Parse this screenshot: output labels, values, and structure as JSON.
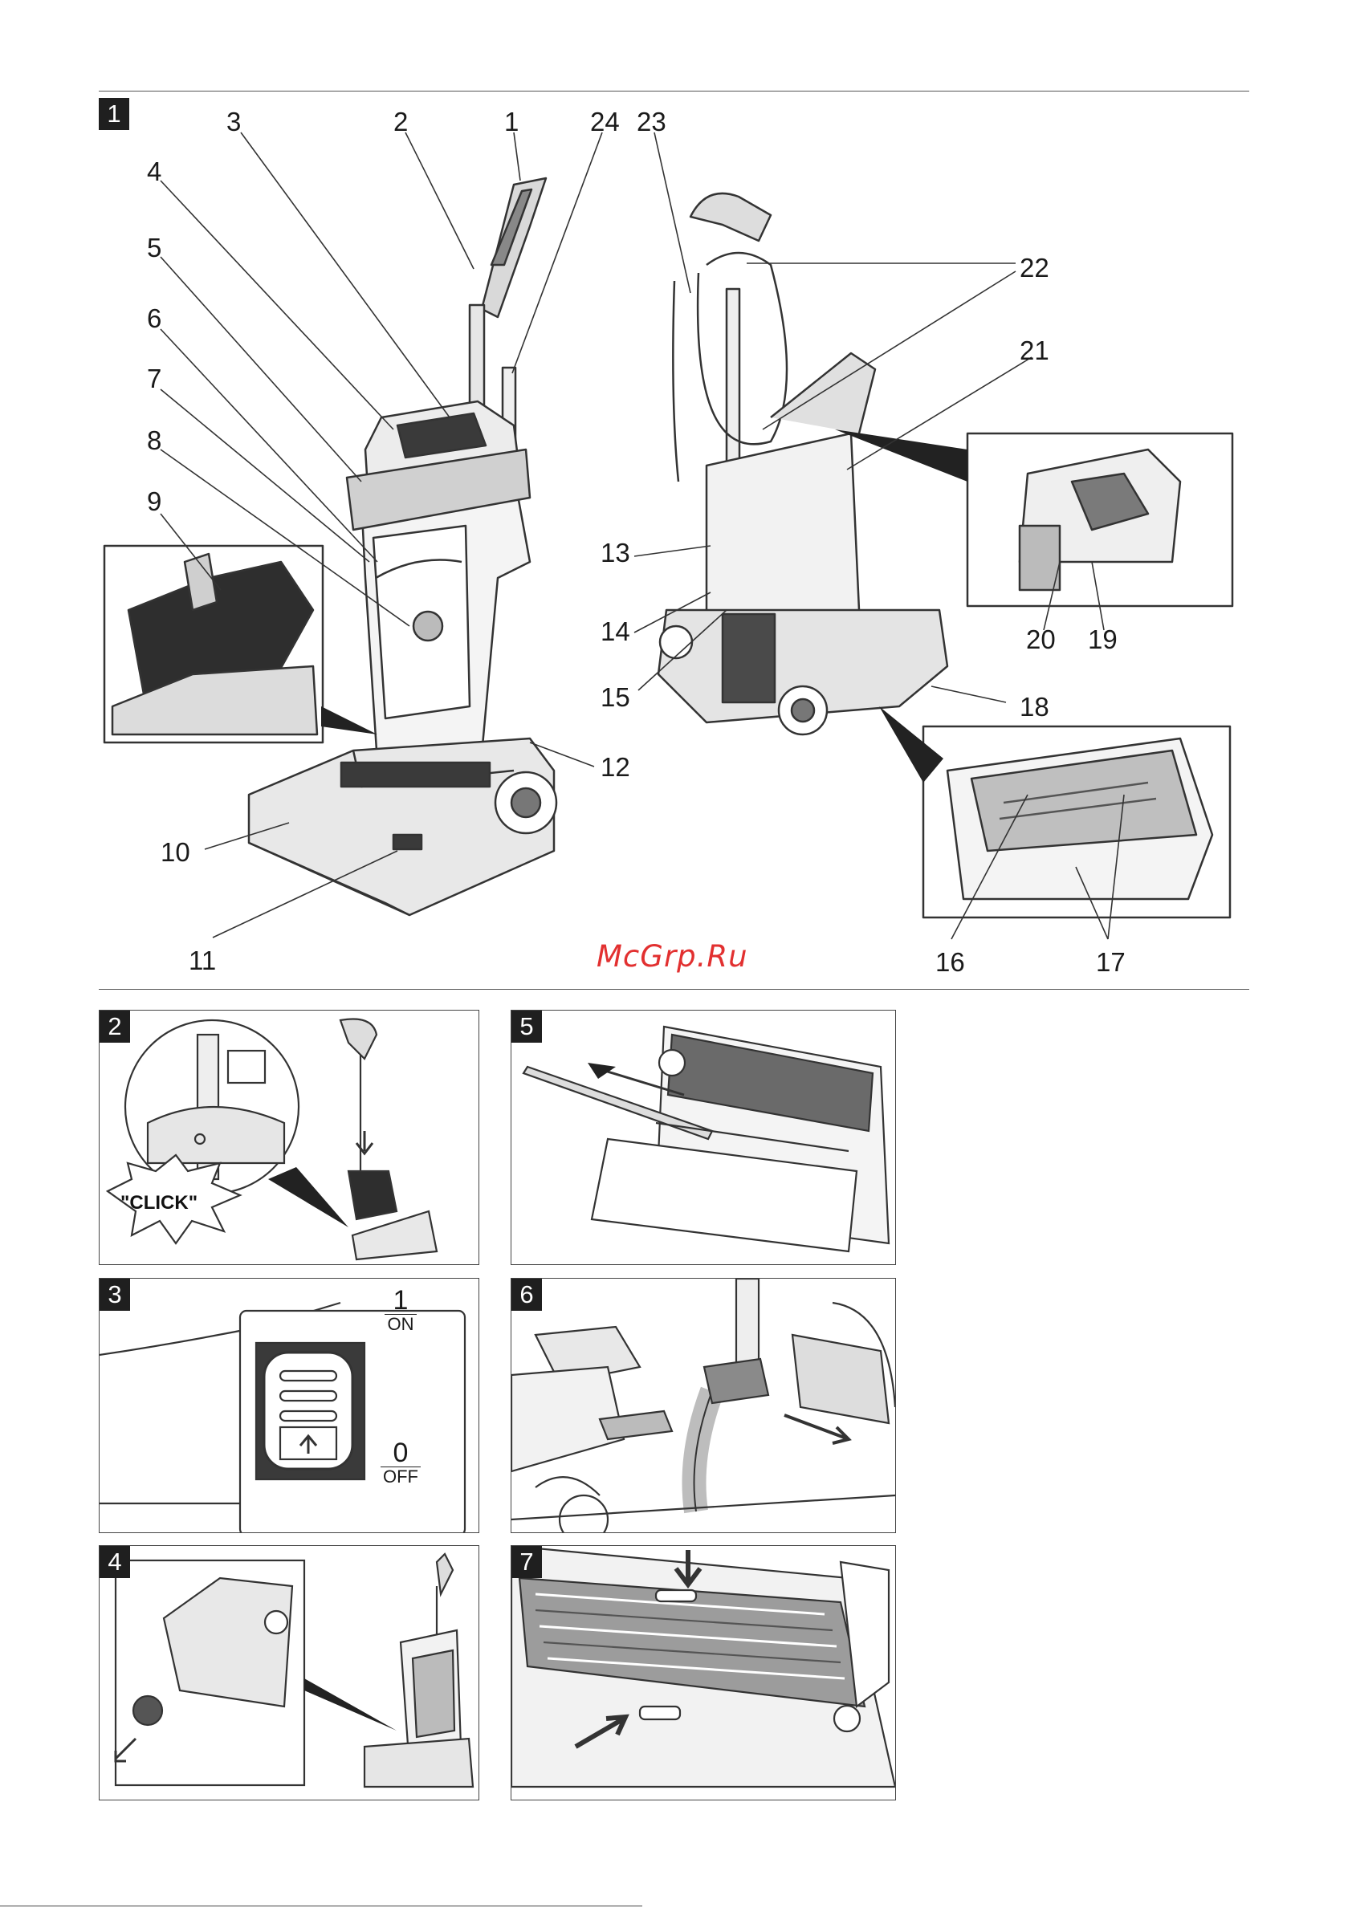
{
  "watermark": "McGrp.Ru",
  "figure1": {
    "badge": "1",
    "callouts": [
      "1",
      "2",
      "3",
      "4",
      "5",
      "6",
      "7",
      "8",
      "9",
      "10",
      "11",
      "12",
      "13",
      "14",
      "15",
      "16",
      "17",
      "18",
      "19",
      "20",
      "21",
      "22",
      "23",
      "24"
    ]
  },
  "panels": [
    {
      "badge": "2",
      "label": "\"CLICK\""
    },
    {
      "badge": "3",
      "on_num": "1",
      "on_label": "ON",
      "off_num": "0",
      "off_label": "OFF"
    },
    {
      "badge": "4"
    },
    {
      "badge": "5"
    },
    {
      "badge": "6"
    },
    {
      "badge": "7"
    }
  ],
  "colors": {
    "line": "#333333",
    "fill_dark": "#3a3a3a",
    "fill_mid": "#9a9a9a",
    "fill_light": "#e6e6e6",
    "badge_bg": "#1f1f1f",
    "watermark": "#e23030"
  }
}
